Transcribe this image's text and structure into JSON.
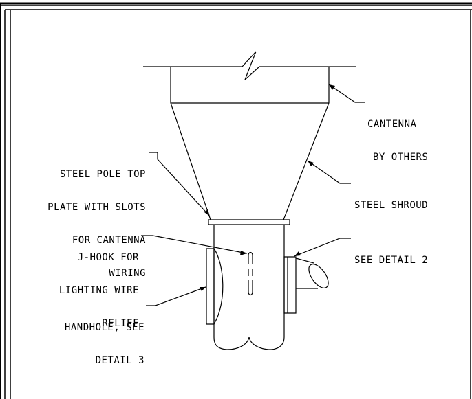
{
  "callouts": {
    "cantenna": [
      "CANTENNA",
      "BY OTHERS"
    ],
    "top_plate": [
      "STEEL POLE TOP",
      "PLATE WITH SLOTS",
      "FOR CANTENNA",
      "WIRING"
    ],
    "shroud": [
      "STEEL SHROUD"
    ],
    "jhook": [
      "J-HOOK FOR",
      "LIGHTING WIRE",
      "RELIEF"
    ],
    "detail2": [
      "SEE DETAIL 2"
    ],
    "handhole": [
      "HANDHOLE, SEE",
      "DETAIL 3"
    ]
  }
}
